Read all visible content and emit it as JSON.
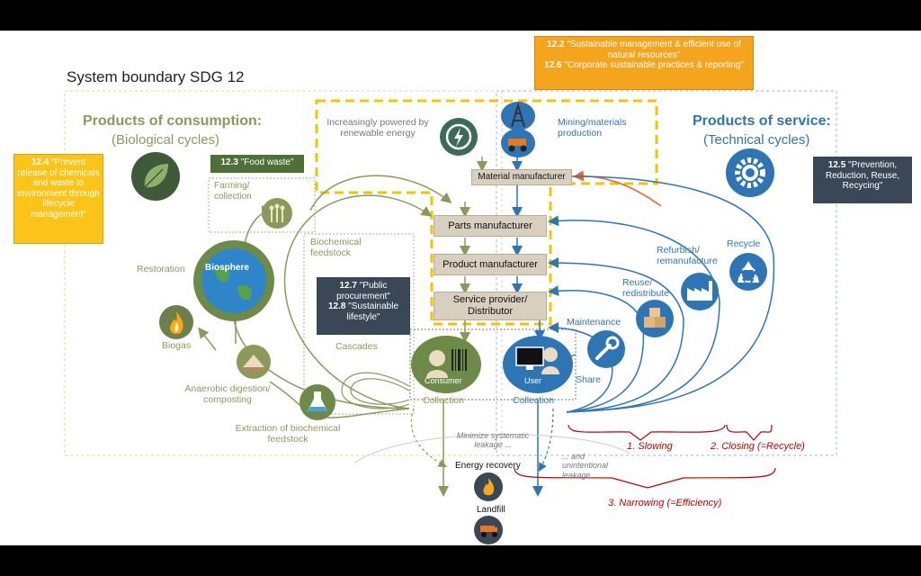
{
  "title": "System boundary SDG 12",
  "left_heading": "Products of consumption:",
  "left_subheading": "(Biological cycles)",
  "right_heading": "Products of service:",
  "right_subheading": "(Technical cycles)",
  "callouts": {
    "c122_num": "12.2",
    "c122_text": "\"Sustainable management & efficient use of natural resources\"",
    "c126_num": "12.6",
    "c126_text": "\"Corporate sustainable practices & reporting\"",
    "c123_num": "12.3",
    "c123_text": "\"Food waste\"",
    "c124_num": "12.4",
    "c124_text": "\"Prevent release of chemicals and waste to environment through lifecycle management\"",
    "c125_num": "12.5",
    "c125_text": "\"Prevention, Reduction, Reuse, Recycing\"",
    "c127_num": "12.7",
    "c127_text": "\"Public procurement\"",
    "c128_num": "12.8",
    "c128_text": "\"Sustainable lifestyle\""
  },
  "boxes": {
    "material_manufacturer": "Material manufacturer",
    "parts_manufacturer": "Parts manufacturer",
    "product_manufacturer": "Product manufacturer",
    "service_provider": "Service provider/ Distributor"
  },
  "labels": {
    "renewable": "Increasingly powered by renewable energy",
    "mining": "Mining/materials production",
    "farming": "Farming/ collection",
    "biosphere": "Biosphere",
    "restoration": "Restoration",
    "biochemical_feedstock": "Biochemical feedstock",
    "biogas": "Biogas",
    "anaerobic": "Anaerobic digestion/ composting",
    "extraction": "Extraction of biochemical feedstock",
    "cascades": "Cascades",
    "consumer": "Consumer",
    "user": "User",
    "collection_left": "Collection",
    "collection_right": "Collection",
    "maintenance": "Maintenance",
    "share": "Share",
    "reuse": "Reuse/ redistribute",
    "refurbish": "Refurbish/ remanufacture",
    "recycle": "Recycle",
    "minimize": "Minimize systematic leakage ...",
    "unintentional": "... and unintentional leakage",
    "energy_recovery": "Energy recovery",
    "landfill": "Landfill",
    "slowing": "1. Slowing",
    "closing": "2. Closing (=Recycle)",
    "narrowing": "3. Narrowing (=Efficiency)"
  },
  "colors": {
    "olive": "#8a9a5b",
    "blue": "#2e75b6",
    "orange": "#f4a41d",
    "red": "#c00000",
    "dark_green_circle": "#3f5a3a",
    "navy": "#3a4756"
  },
  "icons": [
    "leaf-icon",
    "gear-icon",
    "renewable-energy-icon",
    "mining-tower-icon",
    "mining-truck-icon",
    "wheat-icon",
    "globe-icon",
    "fire-icon",
    "compost-icon",
    "flask-icon",
    "barcode-icon",
    "computer-icon",
    "wrench-icon",
    "boxes-icon",
    "factory-icon",
    "recycle-icon",
    "landfill-truck-icon"
  ]
}
